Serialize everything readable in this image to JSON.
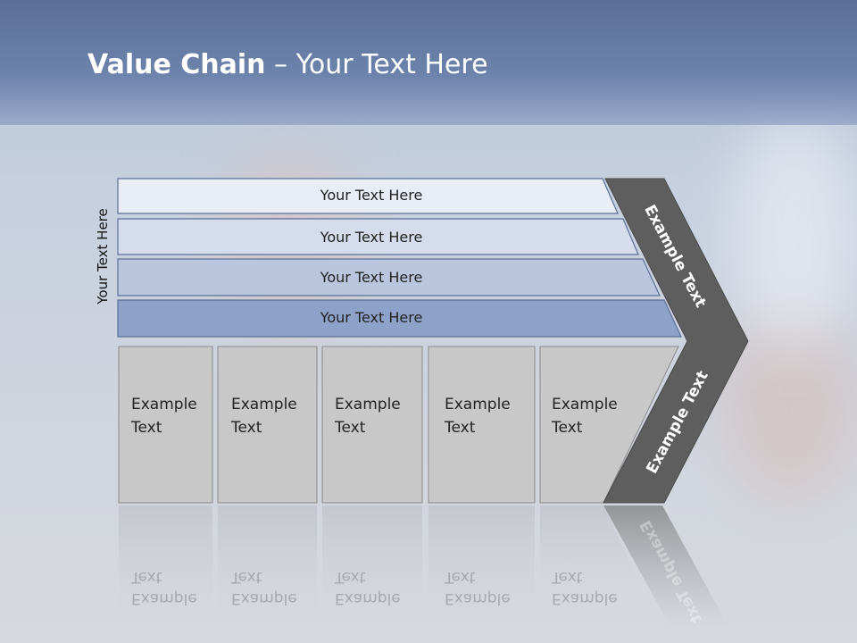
{
  "title": {
    "bold": "Value Chain",
    "rest": " – Your Text Here"
  },
  "side_label": "Your Text Here",
  "bands": [
    {
      "label": "Your Text Here",
      "color": "#e9edf5"
    },
    {
      "label": "Your Text Here",
      "color": "#d5dceb"
    },
    {
      "label": "Your Text Here",
      "color": "#b9c6de"
    },
    {
      "label": "Your Text Here",
      "color": "#8da2c8"
    }
  ],
  "boxes": [
    {
      "line1": "Example",
      "line2": "Text"
    },
    {
      "line1": "Example",
      "line2": "Text"
    },
    {
      "line1": "Example",
      "line2": "Text"
    },
    {
      "line1": "Example",
      "line2": "Text"
    },
    {
      "line1": "Example",
      "line2": "Text"
    }
  ],
  "chevron": {
    "top_label": "Example Text",
    "bottom_label": "Example Text",
    "color": "#5e5e5e"
  },
  "colors": {
    "box_fill": "#c8c8c8",
    "box_border": "#8a8a8a",
    "band_border": "#5b6f96"
  }
}
